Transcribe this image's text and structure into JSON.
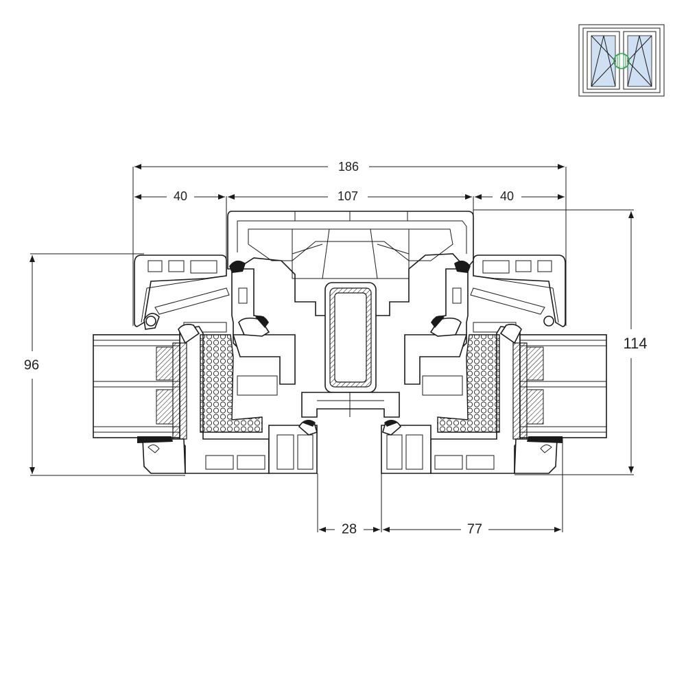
{
  "dimensions": {
    "total_width": "186",
    "left_frame": "40",
    "mullion": "107",
    "right_frame": "40",
    "left_height": "96",
    "right_height": "114",
    "gap": "28",
    "sash": "77"
  },
  "thumbnail": {
    "icon": "double-casement-window-icon",
    "glass_color": "#cfe0f2",
    "handle_marker_color": "#2fa84f"
  },
  "colors": {
    "line": "#1a1a1a",
    "background": "#ffffff"
  }
}
